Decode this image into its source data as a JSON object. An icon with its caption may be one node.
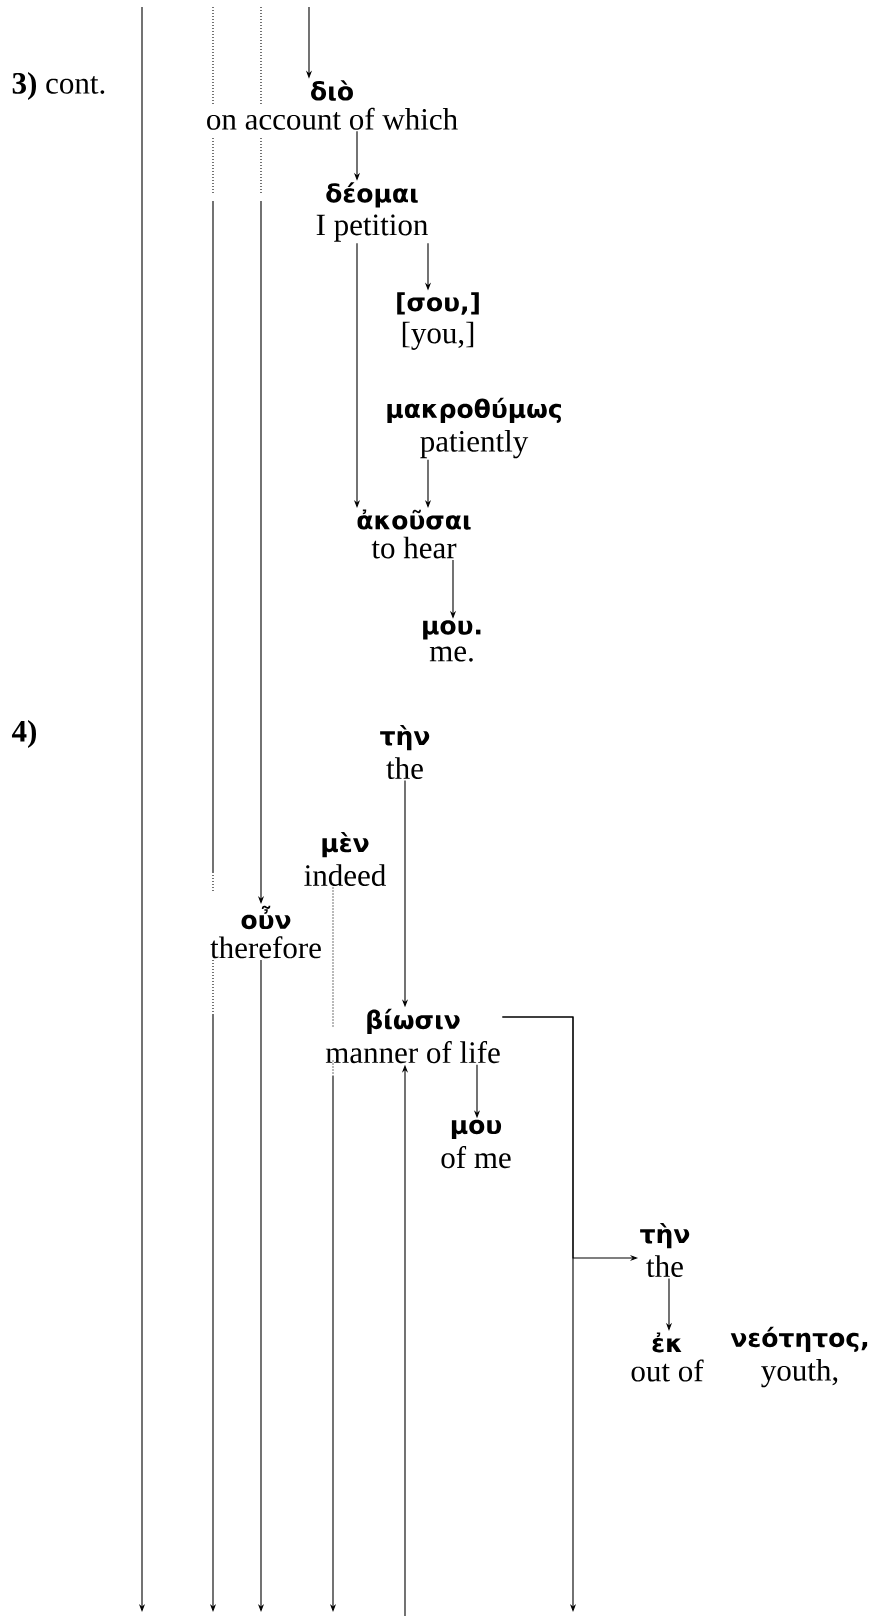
{
  "diagram": {
    "nodes": [
      {
        "text": [
          "διὸ",
          "on account of which"
        ]
      },
      {
        "text": [
          "δέομαι",
          "I petition"
        ]
      },
      {
        "text": [
          "[σου,]",
          "[you,]"
        ]
      },
      {
        "text": [
          "μακροθύμως",
          "patiently"
        ]
      },
      {
        "text": [
          "ἀκοῦσαι",
          "to hear"
        ]
      },
      {
        "text": [
          "μου.",
          "me."
        ]
      },
      {
        "text": [
          "τὴν",
          "the"
        ]
      },
      {
        "text": [
          "μὲν",
          "indeed"
        ]
      },
      {
        "text": [
          "οὖν",
          "therefore"
        ]
      },
      {
        "text": [
          "βίωσιν",
          "manner of life"
        ]
      },
      {
        "text": [
          "μου",
          "of me"
        ]
      },
      {
        "text": [
          "τὴν",
          "the"
        ]
      },
      {
        "text": [
          "ἐκ",
          "out of"
        ]
      },
      {
        "text": [
          "νεότητος,",
          "youth,"
        ]
      }
    ],
    "edges": [
      {
        "from": null,
        "to": 0,
        "arrow": "to"
      },
      {
        "from": 0,
        "to": 1,
        "arrow": "to"
      },
      {
        "from": 1,
        "to": 2,
        "arrow": "to"
      },
      {
        "from": 1,
        "to": 4,
        "arrow": "to"
      },
      {
        "from": 3,
        "to": 4,
        "arrow": "to"
      },
      {
        "from": 4,
        "to": 5,
        "arrow": "to"
      },
      {
        "from": null,
        "to": 8,
        "arrow": "to",
        "style": "dashed"
      },
      {
        "from": 6,
        "to": 9,
        "arrow": "to"
      },
      {
        "from": 9,
        "to": 10,
        "arrow": "to"
      },
      {
        "from": 9,
        "to": 11,
        "arrow": "to"
      },
      {
        "from": 9,
        "to": null,
        "arrow": "to"
      },
      {
        "from": 11,
        "to": 12,
        "arrow": "to"
      },
      {
        "from": 8,
        "to": null,
        "arrow": "to"
      },
      {
        "from": 7,
        "to": null,
        "arrow": "to",
        "style": "dashed"
      },
      {
        "from": null,
        "to": 9,
        "arrow": "to"
      }
    ],
    "labels": [
      "**3)** cont.",
      "4)"
    ]
  }
}
